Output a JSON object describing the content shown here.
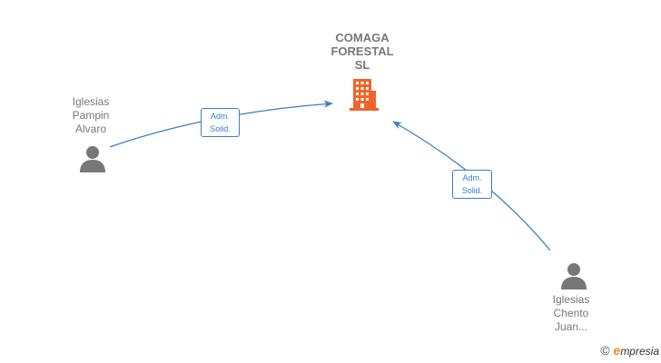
{
  "company": {
    "name_lines": [
      "COMAGA",
      "FORESTAL",
      "SL"
    ],
    "icon": "building-icon",
    "icon_color": "#f0642a"
  },
  "persons": [
    {
      "name_lines": [
        "Iglesias",
        "Pampin",
        "Alvaro"
      ],
      "icon": "person-icon"
    },
    {
      "name_lines": [
        "Iglesias",
        "Chento",
        "Juan..."
      ],
      "icon": "person-icon"
    }
  ],
  "edges": [
    {
      "from": "Iglesias Pampin Alvaro",
      "to": "COMAGA FORESTAL SL",
      "label_lines": [
        "Adm.",
        "Solid."
      ]
    },
    {
      "from": "Iglesias Chento Juan...",
      "to": "COMAGA FORESTAL SL",
      "label_lines": [
        "Adm.",
        "Solid."
      ]
    }
  ],
  "colors": {
    "edge": "#3d7ec4",
    "text": "#777777",
    "person_icon": "#777777",
    "brand_accent": "#f08a1a"
  },
  "watermark": {
    "symbol": "©",
    "brand_first": "e",
    "brand_rest": "mpresia"
  }
}
